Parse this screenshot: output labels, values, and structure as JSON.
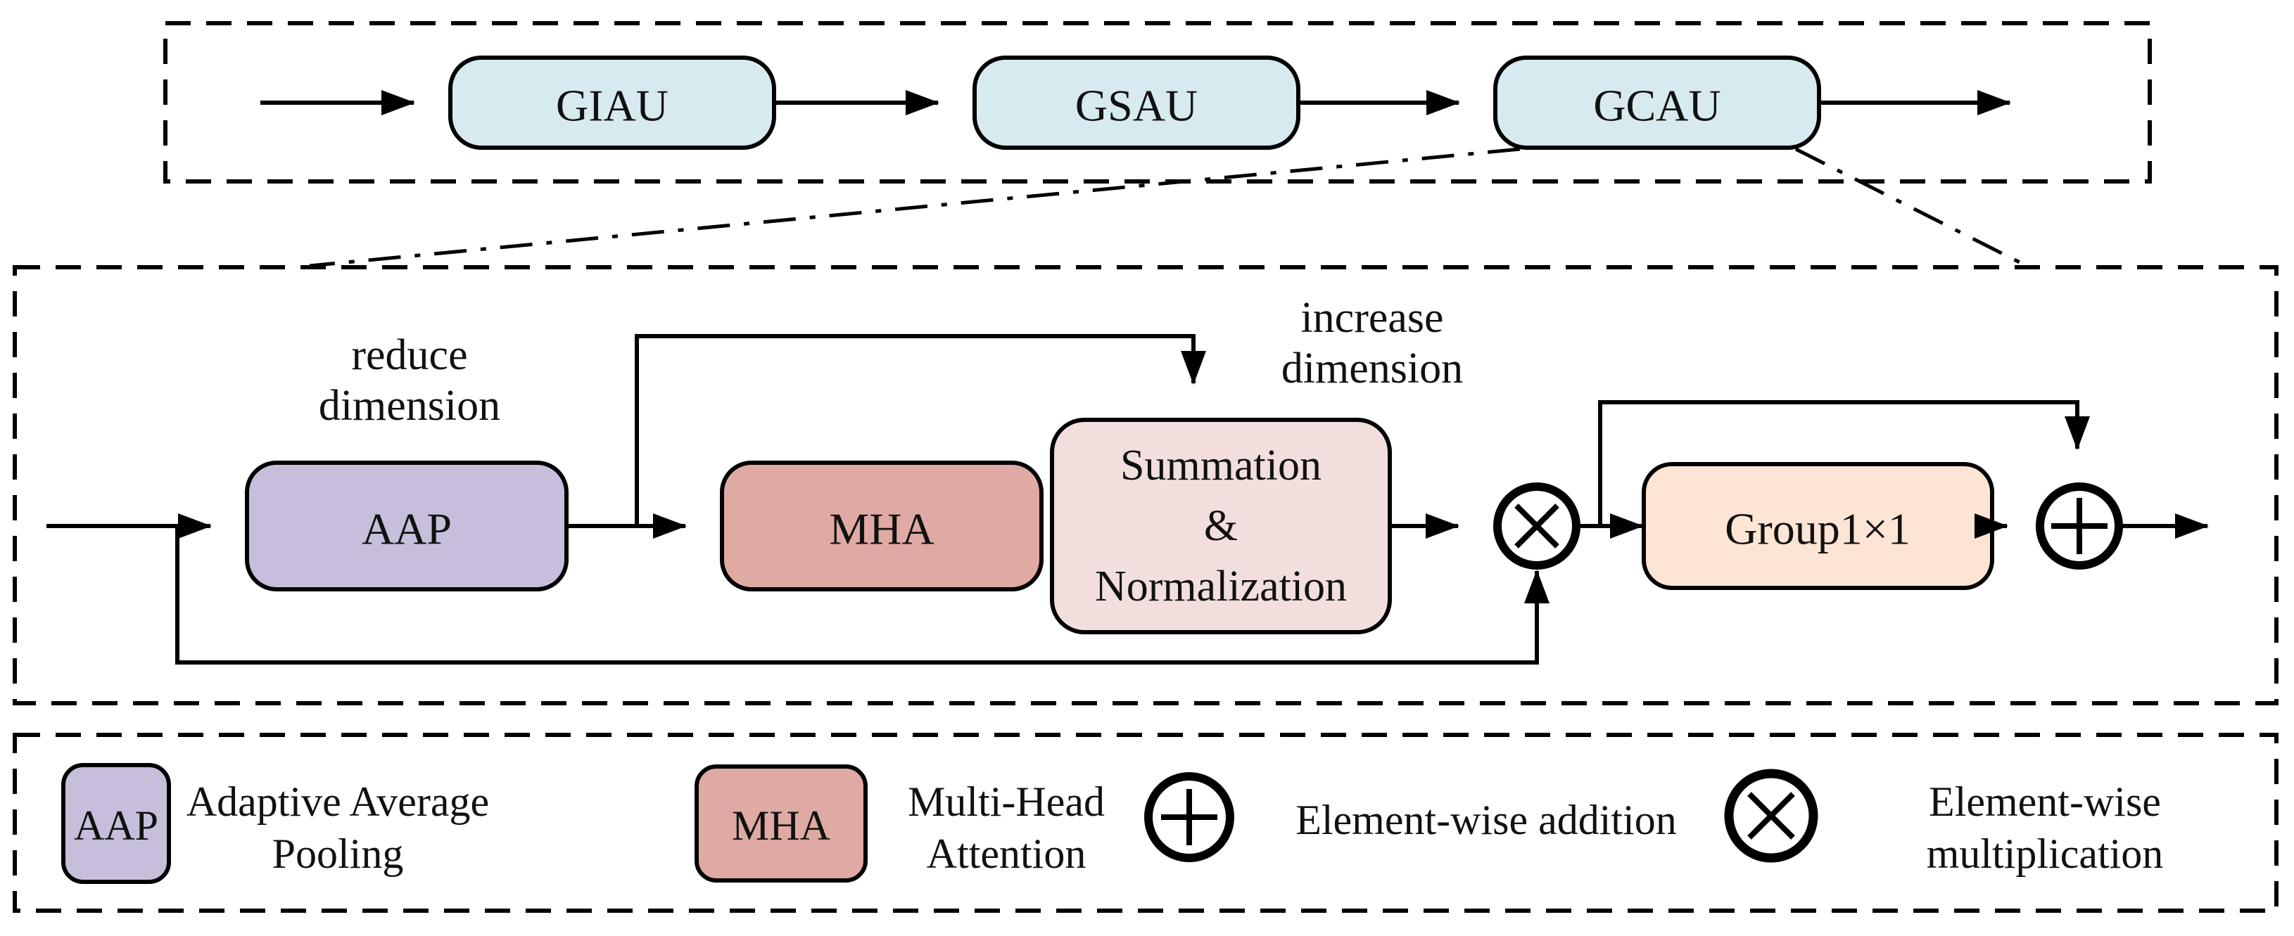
{
  "figure": {
    "overview": {
      "units": [
        {
          "label": "GIAU"
        },
        {
          "label": "GSAU"
        },
        {
          "label": "GCAU"
        }
      ]
    },
    "detail": {
      "reduce_note": {
        "line1": "reduce",
        "line2": "dimension"
      },
      "increase_note": {
        "line1": "increase",
        "line2": "dimension"
      },
      "aap": {
        "label": "AAP"
      },
      "mha": {
        "label": "MHA"
      },
      "summation": {
        "line1": "Summation",
        "line2": "&",
        "line3": "Normalization"
      },
      "group": {
        "label": "Group1×1"
      },
      "multiply_symbol": "×",
      "add_symbol": "+"
    },
    "legend": {
      "aap": {
        "swatch_label": "AAP",
        "desc_line1": "Adaptive Average",
        "desc_line2": "Pooling"
      },
      "mha": {
        "swatch_label": "MHA",
        "desc_line1": "Multi-Head",
        "desc_line2": "Attention"
      },
      "add": {
        "symbol": "+",
        "desc": "Element-wise addition"
      },
      "multiply": {
        "symbol": "×",
        "desc_line1": "Element-wise",
        "desc_line2": "multiplication"
      }
    },
    "colors": {
      "unit_fill": "#d7eaf0",
      "aap_fill": "#c7bedb",
      "mha_fill": "#dfa9a4",
      "summation_fill": "#f2dedd",
      "group_fill": "#fce5d4",
      "stroke": "#000000",
      "background": "#ffffff"
    }
  }
}
